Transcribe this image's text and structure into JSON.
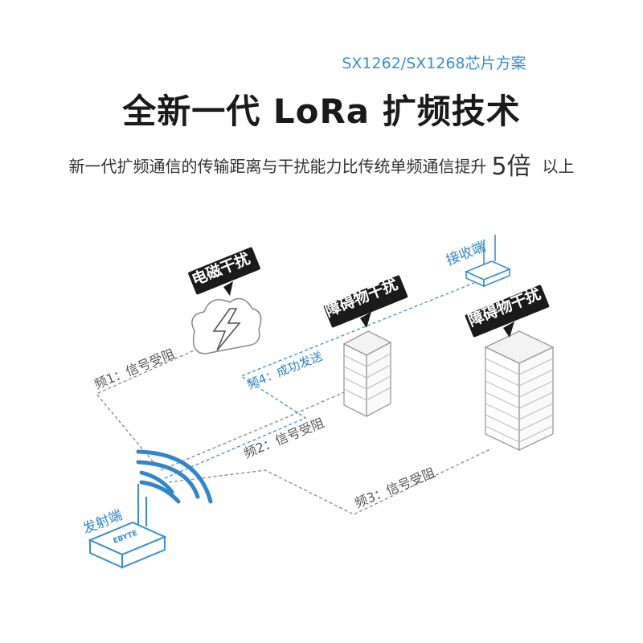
{
  "header": {
    "subtitle": "SX1262/SX1268芯片方案",
    "title": "全新一代 LoRa 扩频技术",
    "desc_main": "新一代扩频通信的传输距离与干扰能力比传统单频通信提升",
    "desc_big": "5倍",
    "desc_tail": "以上"
  },
  "diagram": {
    "transmitter_label": "发射端",
    "receiver_label": "接收端",
    "device_brand": "EBYTE",
    "em_interference": "电磁干扰",
    "obstacle_1": "障碍物干扰",
    "obstacle_2": "障碍物干扰",
    "freq1": "频1：信号受阻",
    "freq2": "频2：信号受阻",
    "freq3": "频3：信号受阻",
    "freq4": "频4：成功发送"
  },
  "colors": {
    "accent": "#3a8fd0",
    "path_gray": "#888888",
    "label_bg": "#1a1a1a"
  }
}
